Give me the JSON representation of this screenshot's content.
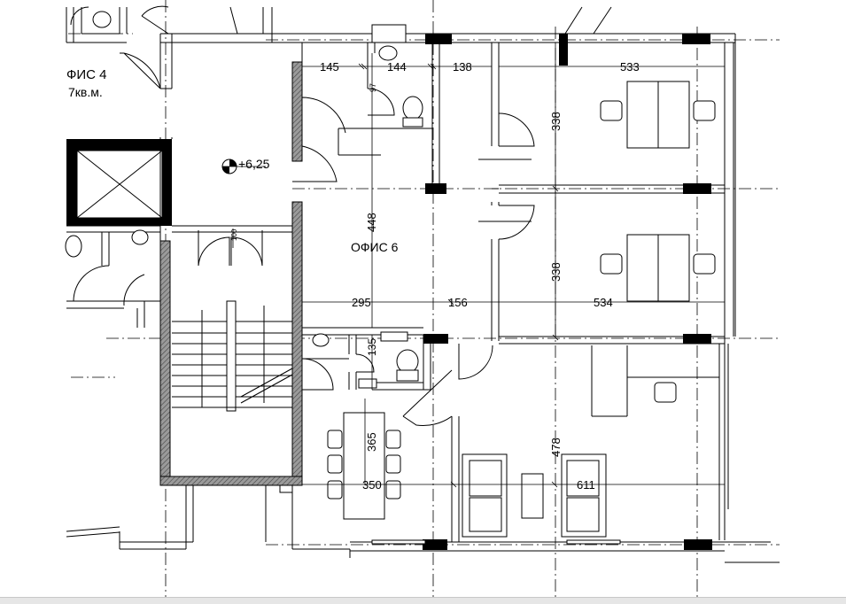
{
  "plan": {
    "office4_label": "ФИС 4",
    "office4_area": "7кв.м.",
    "office6_label": "ОФИС 6",
    "elevation": "+6,25",
    "dims": {
      "top_145": "145",
      "top_144": "144",
      "top_138": "138",
      "top_533": "533",
      "right_338_a": "338",
      "right_338_b": "338",
      "left_448": "448",
      "mid_295": "295",
      "mid_156": "156",
      "mid_534": "534",
      "wc_135": "135",
      "wc_top_97": "97",
      "meeting_365": "365",
      "bottom_350": "350",
      "bottom_611": "611",
      "lower_478": "478",
      "door_100": "100"
    }
  },
  "colors": {
    "line": "#000000",
    "wall_fill": "#8a8a8a",
    "strip": "#e6e6e6"
  }
}
